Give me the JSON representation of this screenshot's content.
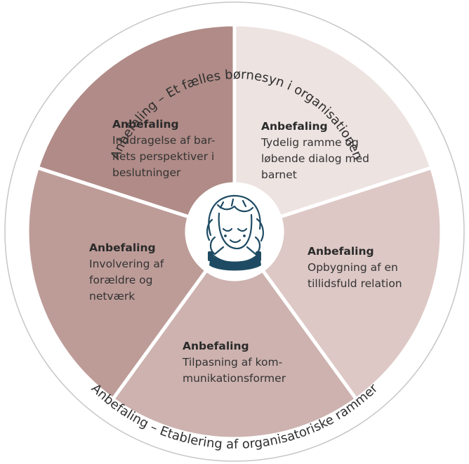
{
  "ring": {
    "top": "Anbefaling – Et fælles børnesyn i organisationen",
    "bottom": "Anbefaling – Etablering af organisatoriske rammer"
  },
  "segments": [
    {
      "title": "Anbefaling",
      "lines": [
        "Tydelig ramme og",
        "løbende dialog med",
        "barnet"
      ],
      "color": "#ede3e1"
    },
    {
      "title": "Anbefaling",
      "lines": [
        "Opbygning af en",
        "tillidsfuld relation"
      ],
      "color": "#ddc8c6"
    },
    {
      "title": "Anbefaling",
      "lines": [
        "Tilpasning af kom-",
        "munikationsformer"
      ],
      "color": "#cdb2af"
    },
    {
      "title": "Anbefaling",
      "lines": [
        "Involvering af",
        "forældre og",
        "netværk"
      ],
      "color": "#bd9c98"
    },
    {
      "title": "Anbefaling",
      "lines": [
        "Inddragelse af bar-",
        "nets perspektiver i",
        "beslutninger"
      ],
      "color": "#b08b87"
    }
  ],
  "center_icon": "child-face-icon",
  "colors": {
    "outline": "#bcbcbc",
    "icon": "#1e4b63"
  }
}
